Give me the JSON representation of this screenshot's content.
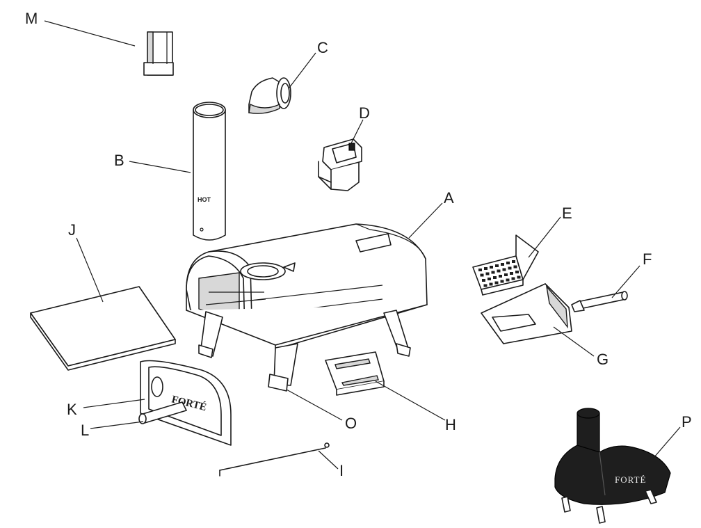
{
  "labels": {
    "A": "A",
    "B": "B",
    "C": "C",
    "D": "D",
    "E": "E",
    "F": "F",
    "G": "G",
    "H": "H",
    "I": "I",
    "J": "J",
    "K": "K",
    "L": "L",
    "M": "M",
    "O": "O",
    "P": "P"
  },
  "chimney_text": "HOT",
  "door_brand": "FORTÉ",
  "cover_brand": "FORTÉ"
}
